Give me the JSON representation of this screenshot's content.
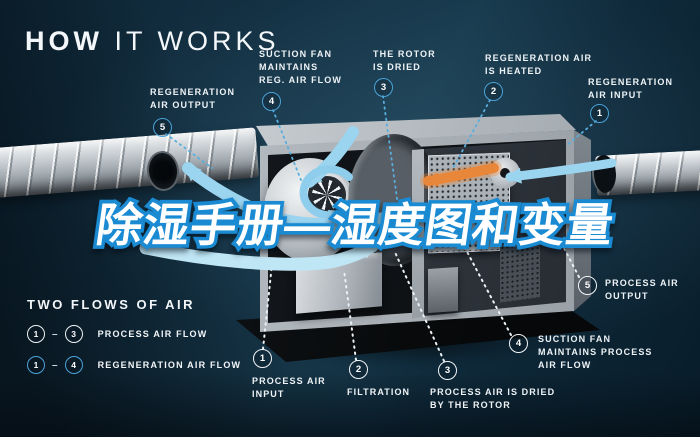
{
  "title": {
    "bold": "HOW",
    "light": "IT WORKS"
  },
  "watermark": "除湿手册—湿度图和变量",
  "callouts": {
    "regeneration": [
      {
        "num": "5",
        "text": "REGENERATION\nAIR OUTPUT"
      },
      {
        "num": "4",
        "text": "SUCTION FAN\nMAINTAINS\nREG. AIR FLOW"
      },
      {
        "num": "3",
        "text": "THE ROTOR\nIS DRIED"
      },
      {
        "num": "2",
        "text": "REGENERATION AIR\nIS HEATED"
      },
      {
        "num": "1",
        "text": "REGENERATION\nAIR INPUT"
      }
    ],
    "process": [
      {
        "num": "1",
        "text": "PROCESS AIR\nINPUT"
      },
      {
        "num": "2",
        "text": "FILTRATION"
      },
      {
        "num": "3",
        "text": "PROCESS AIR IS DRIED\nBY THE ROTOR"
      },
      {
        "num": "4",
        "text": "SUCTION FAN\nMAINTAINS PROCESS\nAIR FLOW"
      },
      {
        "num": "5",
        "text": "PROCESS AIR\nOUTPUT"
      }
    ]
  },
  "legend": {
    "title": "TWO FLOWS OF AIR",
    "separator": "–",
    "rows": [
      {
        "from": "1",
        "to": "3",
        "label": "PROCESS AIR FLOW",
        "type": "process"
      },
      {
        "from": "1",
        "to": "4",
        "label": "REGENERATION AIR FLOW",
        "type": "regeneration"
      }
    ]
  },
  "colors": {
    "background": "#12293a",
    "accent_blue": "#4aa3d8",
    "process_marker": "#ffffff",
    "flow_arrow_blue": "#9ad4ef",
    "flow_arrow_orange": "#e8873a",
    "watermark_fill": "#ffffff",
    "watermark_outline": "#1a8ad2"
  }
}
